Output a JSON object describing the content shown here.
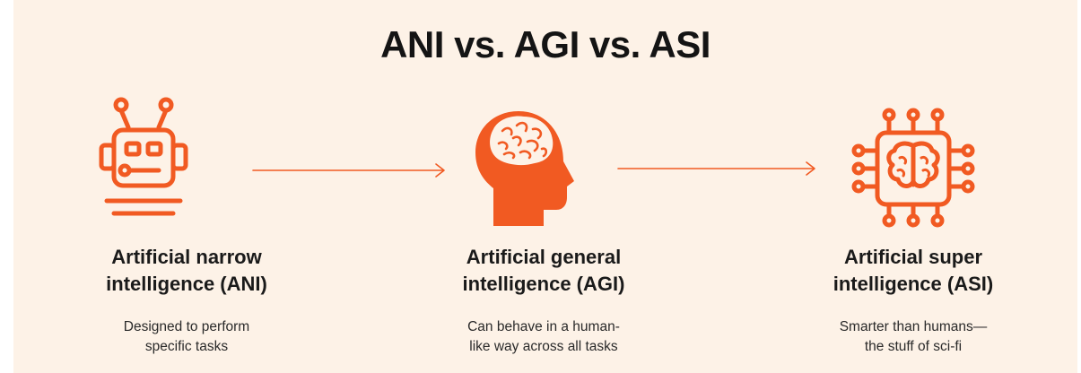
{
  "title": "ANI vs. AGI vs. ASI",
  "accent_color": "#f15a22",
  "background_color": "#fdf2e7",
  "columns": [
    {
      "icon": "robot-icon",
      "heading_line1": "Artificial narrow",
      "heading_line2": "intelligence (ANI)",
      "desc_line1": "Designed to perform",
      "desc_line2": "specific tasks"
    },
    {
      "icon": "head-brain-icon",
      "heading_line1": "Artificial general",
      "heading_line2": "intelligence (AGI)",
      "desc_line1": "Can behave in a human-",
      "desc_line2": "like way across all tasks"
    },
    {
      "icon": "brain-chip-icon",
      "heading_line1": "Artificial super",
      "heading_line2": "intelligence (ASI)",
      "desc_line1": "Smarter than humans—",
      "desc_line2": "the stuff of sci-fi"
    }
  ]
}
